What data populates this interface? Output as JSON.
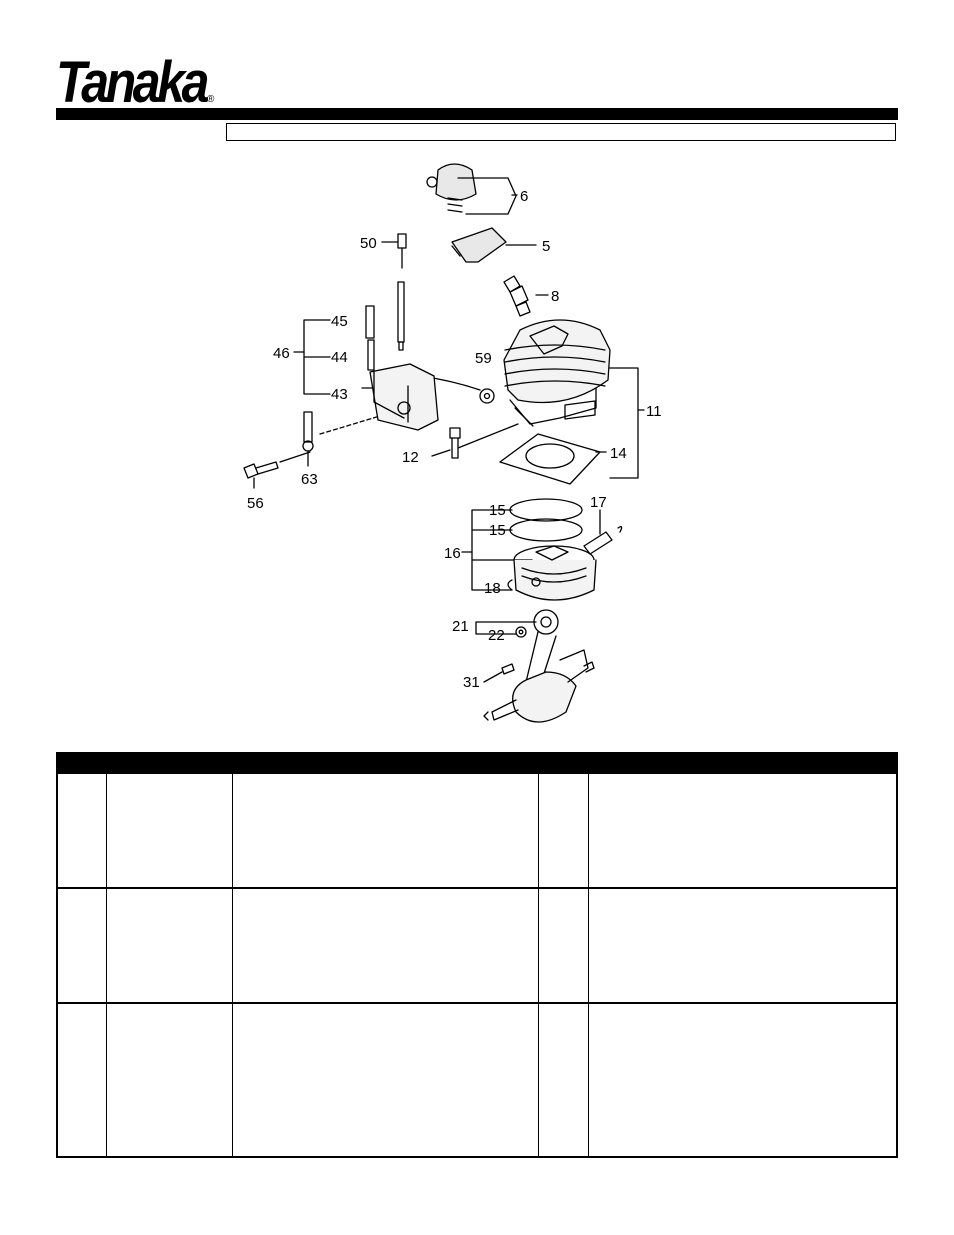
{
  "brand": {
    "logo_text": "Tanaka",
    "registered_mark": "®"
  },
  "diagram": {
    "callouts": [
      "6",
      "5",
      "50",
      "8",
      "45",
      "46",
      "44",
      "59",
      "43",
      "11",
      "12",
      "14",
      "56",
      "63",
      "15",
      "15",
      "17",
      "16",
      "18",
      "21",
      "22",
      "31"
    ]
  }
}
